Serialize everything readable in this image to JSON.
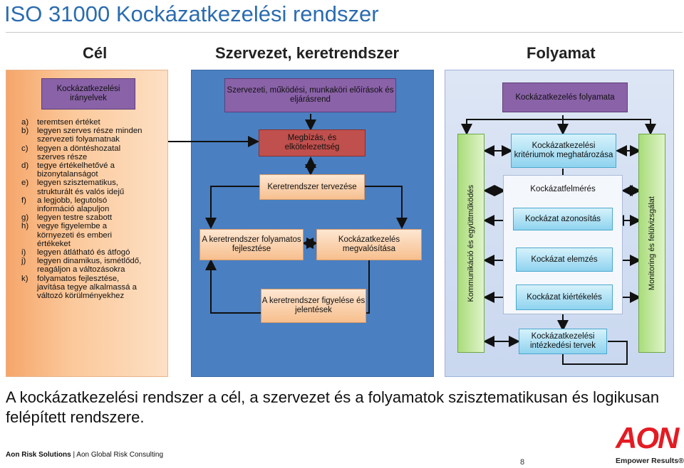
{
  "title": "ISO 31000 Kockázatkezelési rendszer",
  "columns": [
    "Cél",
    "Szervezet, keretrendszer",
    "Folyamat"
  ],
  "left": {
    "header": "Kockázatkezelési irányelvek",
    "items": [
      {
        "key": "a)",
        "lines": [
          "teremtsen értéket"
        ]
      },
      {
        "key": "b)",
        "lines": [
          "legyen szerves része minden",
          "szervezeti folyamatnak"
        ]
      },
      {
        "key": "c)",
        "lines": [
          "legyen a döntéshozatal",
          "szerves része"
        ]
      },
      {
        "key": "d)",
        "lines": [
          "tegye értékelhetővé a",
          "bizonytalanságot"
        ]
      },
      {
        "key": "e)",
        "lines": [
          "legyen szisztematikus,",
          "strukturált és valós idejű"
        ]
      },
      {
        "key": "f)",
        "lines": [
          "a legjobb, legutolsó",
          "információ alapuljon"
        ]
      },
      {
        "key": "g)",
        "lines": [
          "legyen testre szabott"
        ]
      },
      {
        "key": "h)",
        "lines": [
          "vegye figyelembe a",
          "környezeti és emberi",
          "értékeket"
        ]
      },
      {
        "key": "i)",
        "lines": [
          "legyen átlátható és átfogó"
        ]
      },
      {
        "key": "j)",
        "lines": [
          "legyen dinamikus, ismétlődő,",
          "reagáljon a változásokra"
        ]
      },
      {
        "key": "k)",
        "lines": [
          "folyamatos fejlesztése,",
          "javítása tegye alkalmassá a",
          "változó körülményekhez"
        ]
      }
    ]
  },
  "middle": {
    "header": "Szervezeti, működési, munkaköri előírások és eljárásrend",
    "mandate": "Megbízás, és elkötelezettség",
    "design": "Keretrendszer tervezése",
    "improve": "A keretrendszer folyamatos fejlesztése",
    "implement": "Kockázatkezelés megvalósítása",
    "monitor": "A keretrendszer figyelése és jelentések"
  },
  "right": {
    "header": "Kockázatkezelés folyamata",
    "communication": "Kommunikáció és együttműködés",
    "monitoring": "Monitoring és felülvizsgálat",
    "criteria": "Kockázatkezelési kritériumok meghatározása",
    "assessment": "Kockázatfelmérés",
    "identification": "Kockázat azonosítás",
    "analysis": "Kockázat elemzés",
    "evaluation": "Kockázat kiértékelés",
    "treatment": "Kockázatkezelési intézkedési tervek"
  },
  "caption": "A kockázatkezelési rendszer a cél, a szervezet és a folyamatok szisztematikusan és logikusan felépített rendszere.",
  "footer": {
    "company": "Aon Risk Solutions",
    "division": "| Aon Global Risk Consulting",
    "page": "8"
  },
  "logo": {
    "text": "AON",
    "tagline": "Empower Results®",
    "color": "#e31b23"
  }
}
